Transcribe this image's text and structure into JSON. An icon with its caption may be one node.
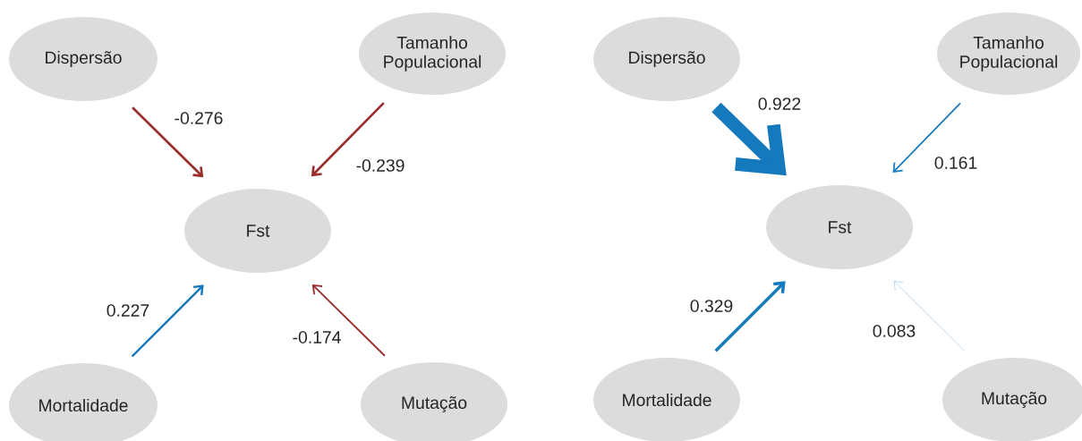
{
  "diagram": {
    "nodes": [
      {
        "text": [
          "Dispersão"
        ]
      },
      {
        "text": [
          "Tamanho Populacional"
        ]
      },
      {
        "text": [
          "Fst"
        ]
      },
      {
        "text": [
          "Mortalidade"
        ]
      },
      {
        "text": [
          "Mutação"
        ]
      },
      {
        "text": [
          "Dispersão"
        ]
      },
      {
        "text": [
          "Tamanho Populacional"
        ]
      },
      {
        "text": [
          "Fst"
        ]
      },
      {
        "text": [
          "Mortalidade"
        ]
      },
      {
        "text": [
          "Mutação"
        ]
      }
    ],
    "edges": [
      {
        "from": 0,
        "to": 2,
        "arrow": "to",
        "label": "-0.276",
        "color": "#9b2d2d"
      },
      {
        "from": 1,
        "to": 2,
        "arrow": "to",
        "label": "-0.239",
        "color": "#9b2d2d"
      },
      {
        "from": 3,
        "to": 2,
        "arrow": "to",
        "label": "0.227"
      },
      {
        "from": 4,
        "to": 2,
        "arrow": "to",
        "label": "-0.174",
        "color": "#9b2d2d"
      },
      {
        "from": 5,
        "to": 7,
        "arrow": "to",
        "label": "0.922",
        "style": "thick"
      },
      {
        "from": 6,
        "to": 7,
        "arrow": "to",
        "label": "0.161"
      },
      {
        "from": 8,
        "to": 7,
        "arrow": "to",
        "label": "0.329"
      },
      {
        "from": 9,
        "to": 7,
        "arrow": "to",
        "label": "0.083",
        "color": "#a8d0e8"
      }
    ]
  }
}
